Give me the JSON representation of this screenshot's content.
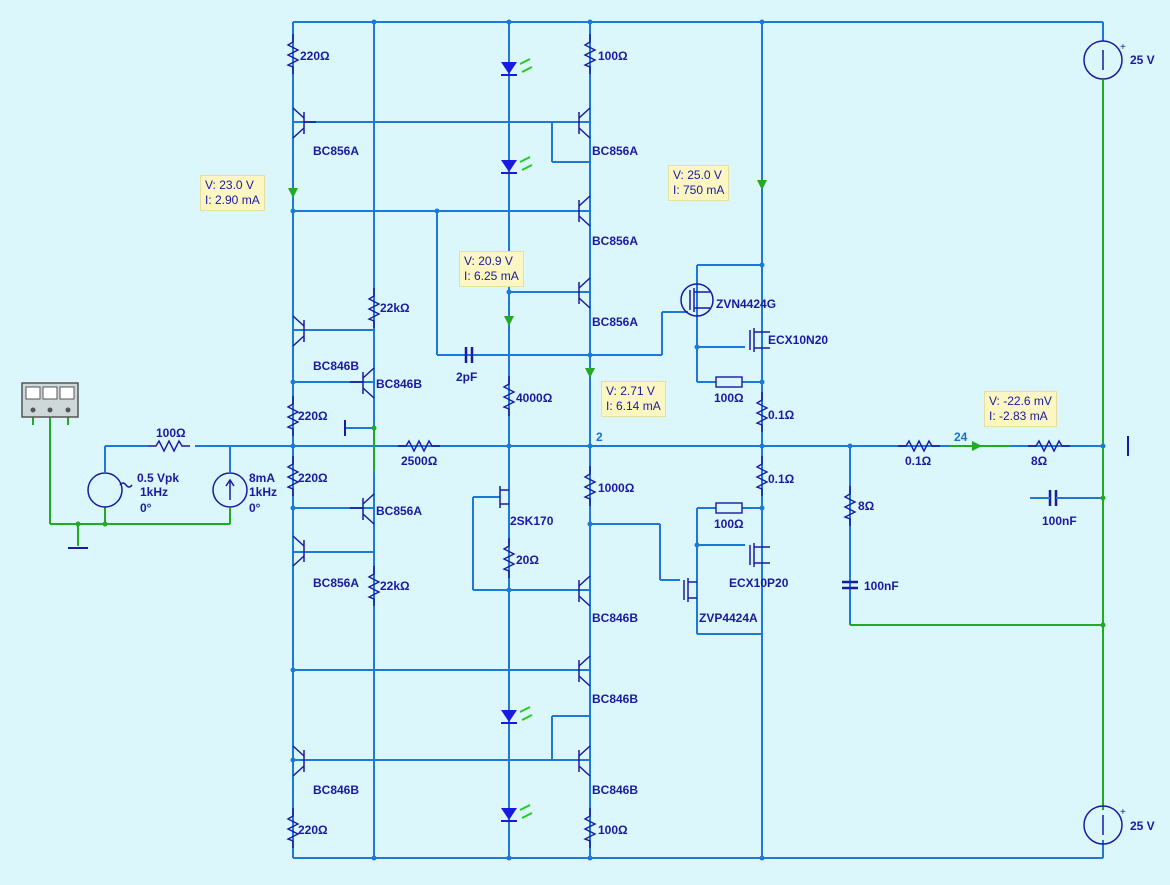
{
  "resistors": {
    "r_top_left": "220Ω",
    "r_top_mid": "100Ω",
    "r_22k_upper": "22kΩ",
    "r_220_a": "220Ω",
    "r_220_b": "220Ω",
    "r_22k_lower": "22kΩ",
    "r_220_bottom": "220Ω",
    "r_100_bottom": "100Ω",
    "r_input": "100Ω",
    "r_2500": "2500Ω",
    "r_4000": "4000Ω",
    "r_20": "20Ω",
    "r_1000": "1000Ω",
    "r_gate_upper": "100Ω",
    "r_gate_lower": "100Ω",
    "r_01_upper": "0.1Ω",
    "r_01_lower": "0.1Ω",
    "r_01_out": "0.1Ω",
    "r_8_load": "8Ω",
    "r_8_zobel": "8Ω"
  },
  "capacitors": {
    "c_2pf": "2pF",
    "c_100nf_zobel": "100nF",
    "c_100nf_right": "100nF"
  },
  "transistors": {
    "q_bc856a_1": "BC856A",
    "q_bc856a_2": "BC856A",
    "q_bc856a_3": "BC856A",
    "q_bc856a_4": "BC856A",
    "q_bc846b_1": "BC846B",
    "q_bc846b_2": "BC846B",
    "q_bc856a_5": "BC856A",
    "q_bc856a_6": "BC856A",
    "q_bc846b_3": "BC846B",
    "q_bc846b_4": "BC846B",
    "q_bc846b_5": "BC846B",
    "q_bc846b_6": "BC846B",
    "q_jfet": "2SK170",
    "q_zvn": "ZVN4424G",
    "q_ecx_n": "ECX10N20",
    "q_ecx_p": "ECX10P20",
    "q_zvp": "ZVP4424A"
  },
  "sources": {
    "vin_amp": "0.5 Vpk",
    "vin_freq": "1kHz",
    "vin_phase": "0°",
    "iin_amp": "8mA",
    "iin_freq": "1kHz",
    "iin_phase": "0°",
    "vpos": "25 V",
    "vneg": "25 V"
  },
  "nets": {
    "node_2": "2",
    "node_24": "24"
  },
  "probes": [
    {
      "v": "V: 23.0 V",
      "i": "I: 2.90 mA"
    },
    {
      "v": "V: 25.0 V",
      "i": "I: 750 mA"
    },
    {
      "v": "V: 20.9 V",
      "i": "I: 6.25 mA"
    },
    {
      "v": "V: 2.71 V",
      "i": "I: 6.14 mA"
    },
    {
      "v": "V: -22.6 mV",
      "i": "I: -2.83 mA"
    }
  ],
  "colors": {
    "background": "#dcf7fb",
    "wire": "#1e78d8",
    "ground_wire": "#22aa22",
    "component": "#1a1aa0",
    "led": "#1a1ae0",
    "led_arrow": "#22cc22",
    "probe_bg": "#fbf6c2"
  }
}
